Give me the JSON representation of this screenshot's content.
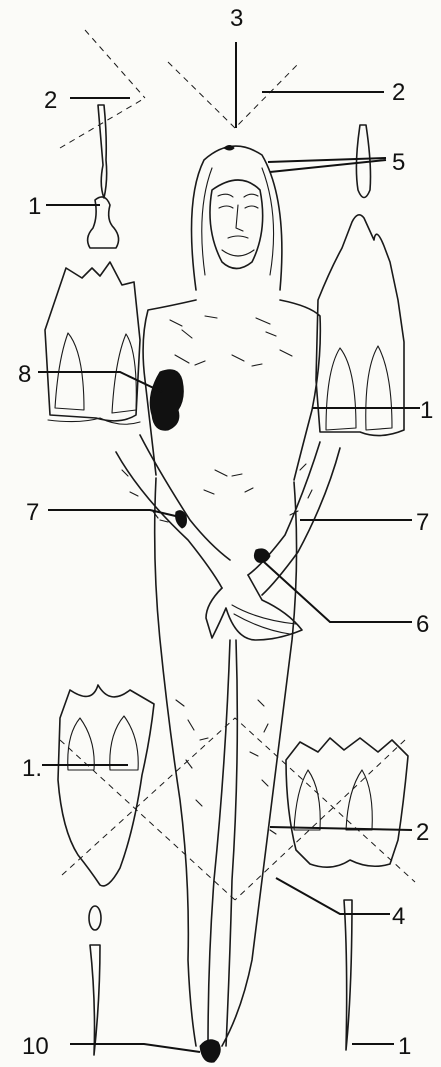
{
  "figure": {
    "labels": [
      {
        "id": "label-3-top",
        "text": "3"
      },
      {
        "id": "label-2-left",
        "text": "2"
      },
      {
        "id": "label-2-right",
        "text": "2"
      },
      {
        "id": "label-5",
        "text": "5"
      },
      {
        "id": "label-1-upper-left",
        "text": "1"
      },
      {
        "id": "label-8",
        "text": "8"
      },
      {
        "id": "label-1-right-patch",
        "text": "1"
      },
      {
        "id": "label-7-left",
        "text": "7"
      },
      {
        "id": "label-7-right",
        "text": "7"
      },
      {
        "id": "label-6",
        "text": "6"
      },
      {
        "id": "label-1-lower-left",
        "text": "1."
      },
      {
        "id": "label-2-lower-right",
        "text": "2"
      },
      {
        "id": "label-4",
        "text": "4"
      },
      {
        "id": "label-10",
        "text": "10"
      },
      {
        "id": "label-1-bottom-right",
        "text": "1"
      }
    ]
  }
}
